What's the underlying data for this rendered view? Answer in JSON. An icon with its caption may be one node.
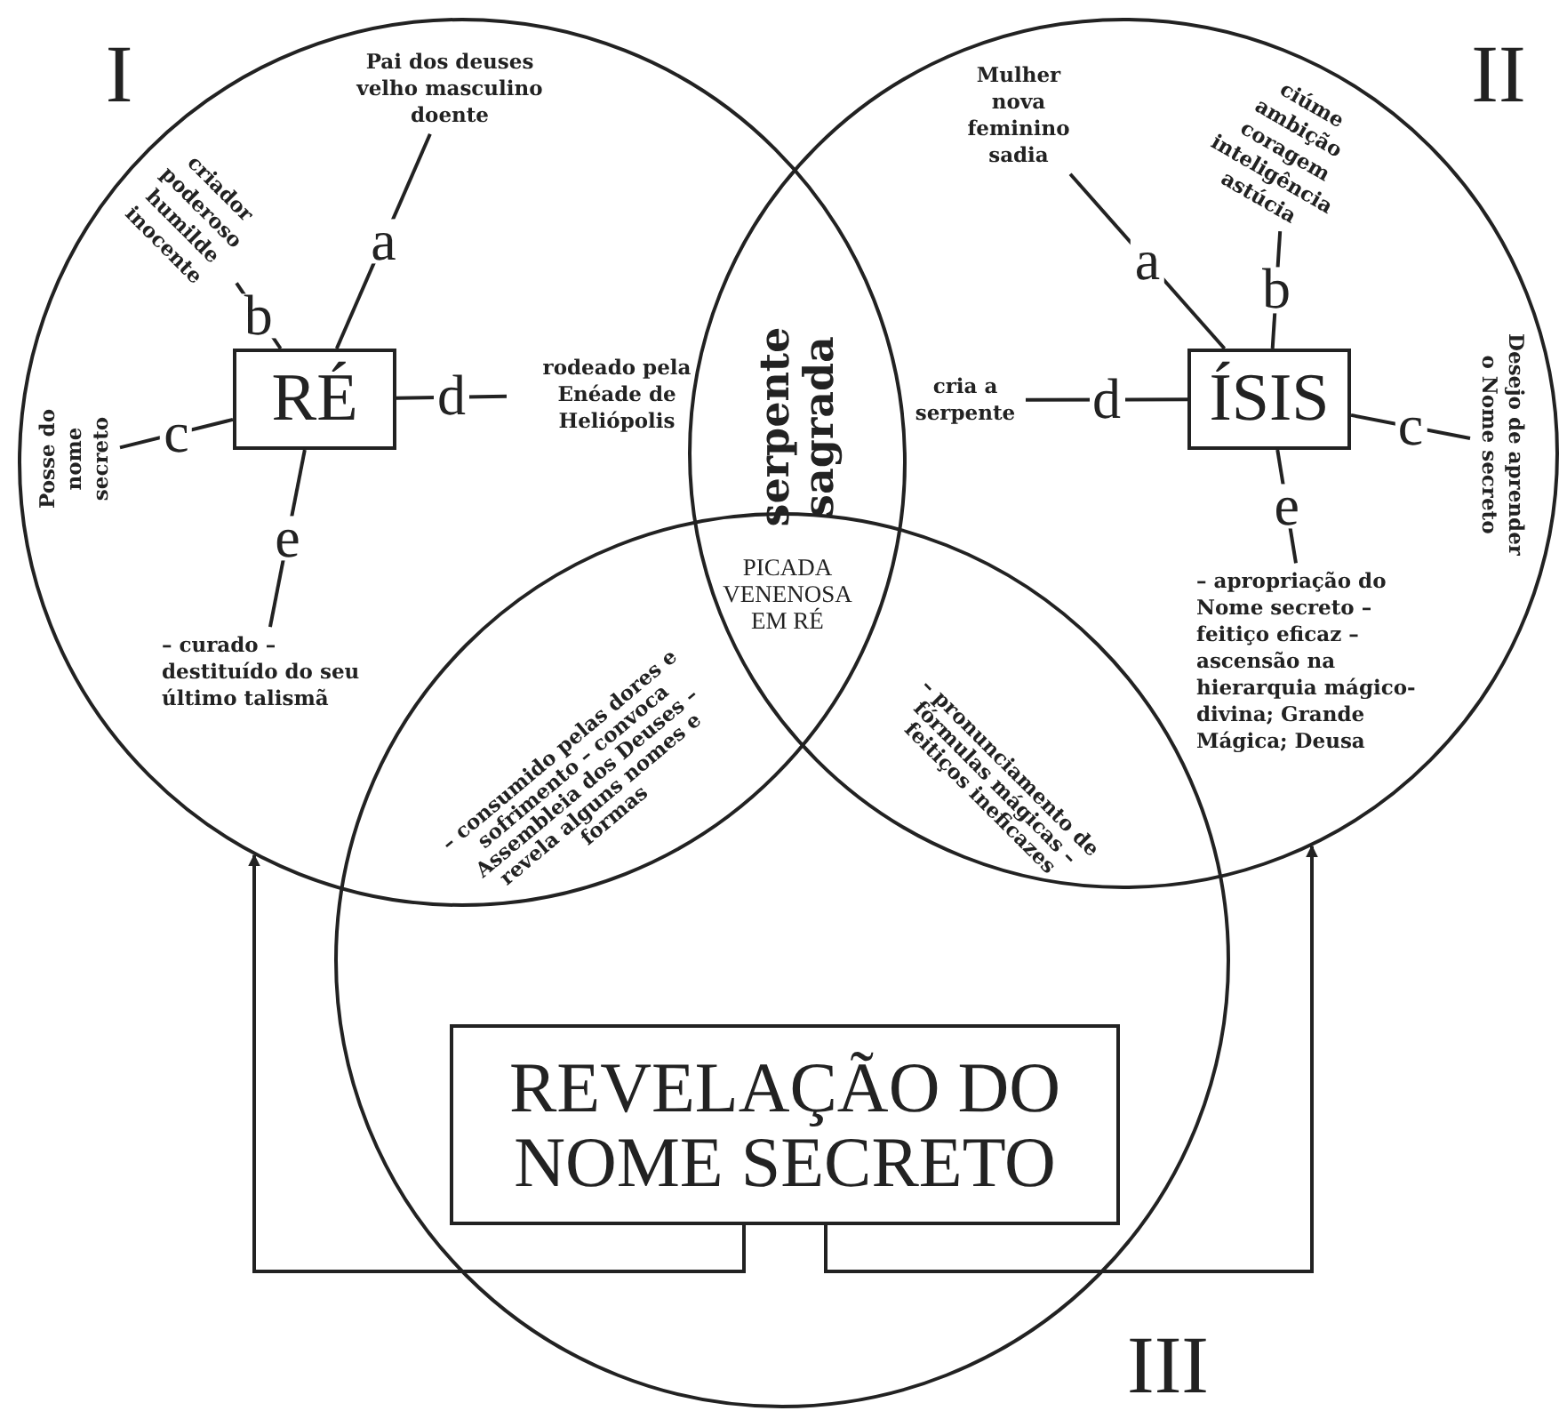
{
  "diagram": {
    "nodes": [
      {
        "text": [
          "I"
        ]
      },
      {
        "text": [
          "II"
        ]
      },
      {
        "text": [
          "III"
        ]
      },
      {
        "text": [
          "RÉ"
        ],
        "in": 0
      },
      {
        "text": [
          "ÍSIS"
        ],
        "in": 1
      },
      {
        "text": [
          "REVELAÇÃO DO NOME SECRETO"
        ],
        "in": 2
      },
      {
        "text": [
          "Pai dos deuses velho masculino doente"
        ],
        "in": 0
      },
      {
        "text": [
          "criador poderoso humilde inocente"
        ],
        "in": 0
      },
      {
        "text": [
          "Posse do nome secreto"
        ],
        "in": 0
      },
      {
        "text": [
          "rodeado pela Enéade de Heliópolis"
        ],
        "in": 0
      },
      {
        "text": [
          "– curado – destituído do seu último talismã"
        ],
        "in": 0
      },
      {
        "text": [
          "Mulher nova feminino sadia"
        ],
        "in": 1
      },
      {
        "text": [
          "ciúme ambição coragem inteligência astúcia"
        ],
        "in": 1
      },
      {
        "text": [
          "Desejo de aprender o Nome secreto"
        ],
        "in": 1
      },
      {
        "text": [
          "cria a serpente"
        ],
        "in": 1
      },
      {
        "text": [
          "– apropriação do Nome secreto – feitiço eficaz – ascensão na hierarquia mágico-divina; Grande Mágica; Deusa"
        ],
        "in": 1
      }
    ],
    "edges": [
      {
        "from": 3,
        "to": 6,
        "arrow": "none",
        "label": "a"
      },
      {
        "from": 3,
        "to": 7,
        "arrow": "none",
        "label": "b"
      },
      {
        "from": 3,
        "to": 8,
        "arrow": "none",
        "label": "c"
      },
      {
        "from": 3,
        "to": 9,
        "arrow": "none",
        "label": "d"
      },
      {
        "from": 3,
        "to": 10,
        "arrow": "none",
        "label": "e"
      },
      {
        "from": 4,
        "to": 11,
        "arrow": "none",
        "label": "a"
      },
      {
        "from": 4,
        "to": 12,
        "arrow": "none",
        "label": "b"
      },
      {
        "from": 4,
        "to": 13,
        "arrow": "none",
        "label": "c"
      },
      {
        "from": 4,
        "to": 14,
        "arrow": "none",
        "label": "d"
      },
      {
        "from": 4,
        "to": 15,
        "arrow": "none",
        "label": "e"
      },
      {
        "from": 5,
        "to": 0,
        "arrow": "to"
      },
      {
        "from": 5,
        "to": 1,
        "arrow": "to"
      }
    ],
    "labels": [
      "serpente sagrada",
      "PICADA VENENOSA EM RÉ",
      "– consumido pelas dores e sofrimento – convoca Assembleia dos Deuses – revela alguns nomes e formas",
      "– pronunciamento de fórmulas mágicas – feitiços ineficazes"
    ]
  }
}
